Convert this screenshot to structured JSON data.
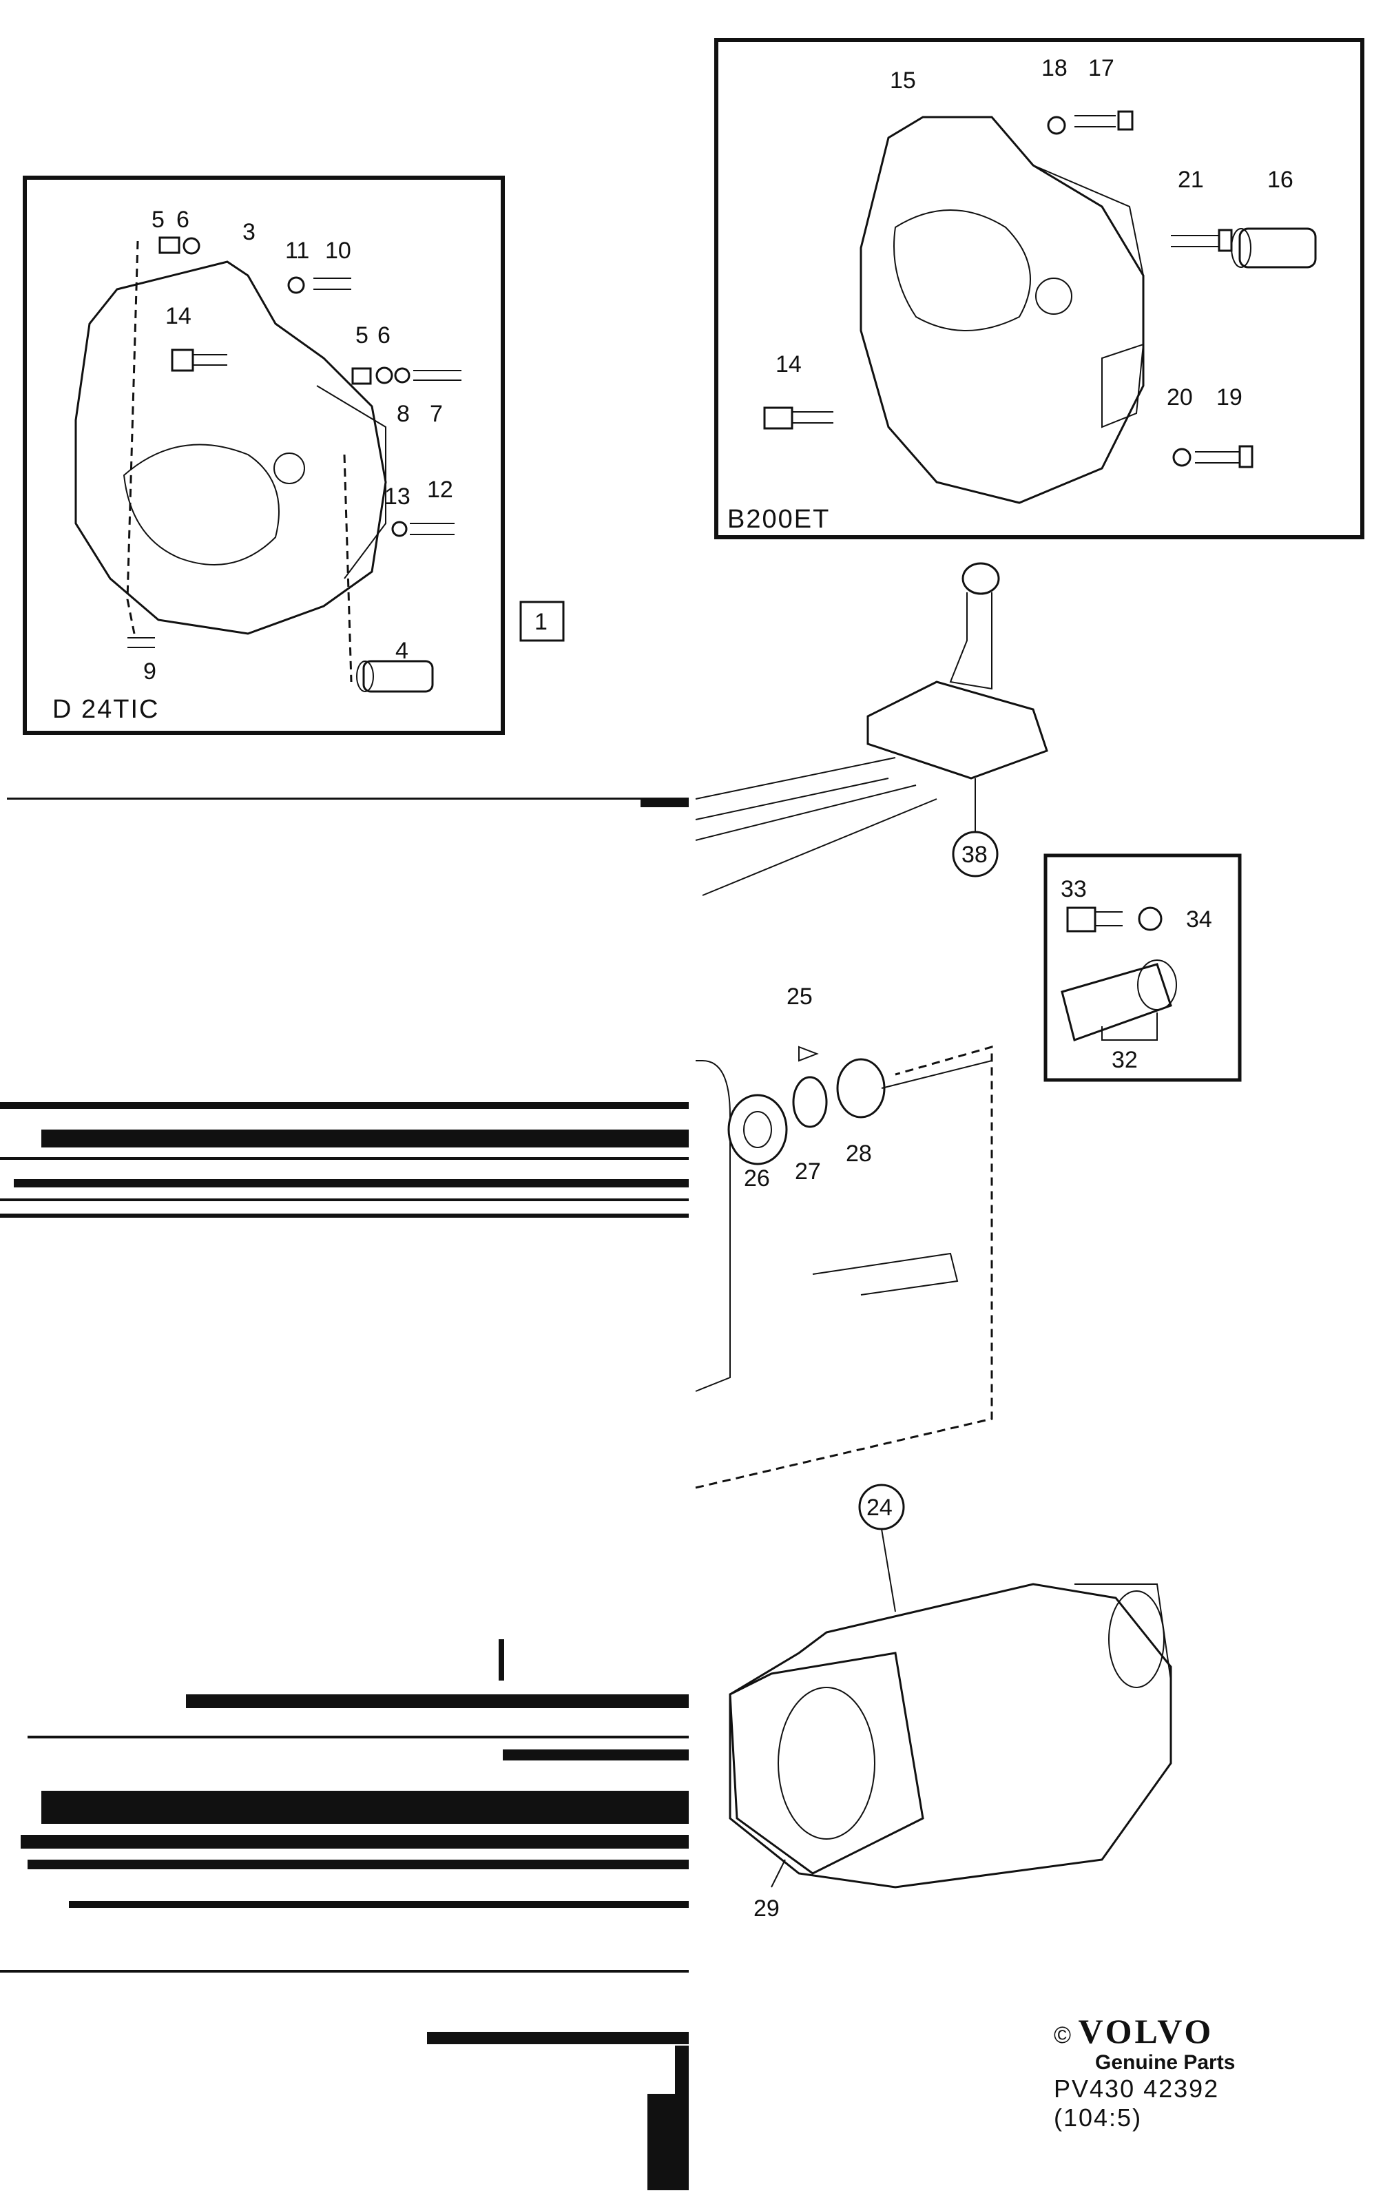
{
  "panels": {
    "left_box_tag": "D 24TIC",
    "right_box_tag": "B200ET",
    "ref_box": "1"
  },
  "callouts": {
    "p3": "3",
    "p4": "4",
    "p5a": "5",
    "p6a": "6",
    "p5b": "5",
    "p6b": "6",
    "p7": "7",
    "p8": "8",
    "p9": "9",
    "p10": "10",
    "p11": "11",
    "p12": "12",
    "p13": "13",
    "p14a": "14",
    "p14b": "14",
    "p15": "15",
    "p16": "16",
    "p17": "17",
    "p18": "18",
    "p19": "19",
    "p20": "20",
    "p21": "21",
    "p24": "24",
    "p25": "25",
    "p26": "26",
    "p27": "27",
    "p28": "28",
    "p29": "29",
    "p32": "32",
    "p33": "33",
    "p34": "34",
    "p38": "38"
  },
  "brand": {
    "copyright": "©",
    "logo": "VOLVO",
    "genuine": "Genuine Parts",
    "doc_number": "PV430 42392",
    "page_ref": "(104:5)"
  }
}
